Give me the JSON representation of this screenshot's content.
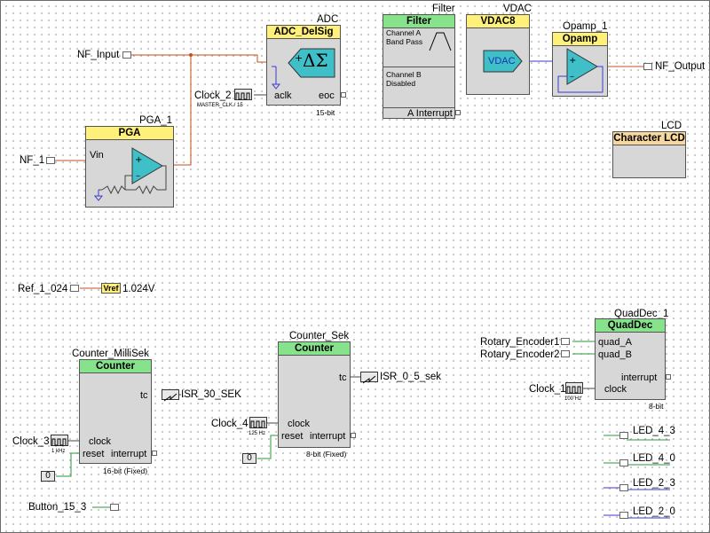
{
  "components": {
    "adc": {
      "instance": "ADC",
      "type": "ADC_DelSig",
      "port_aclk": "aclk",
      "port_eoc": "eoc",
      "footer": "15-bit",
      "symbol": "ΔΣ"
    },
    "filter": {
      "instance": "Filter",
      "type": "Filter",
      "ch_a_line1": "Channel A",
      "ch_a_line2": "Band Pass",
      "ch_b_line1": "Channel B",
      "ch_b_line2": "Disabled",
      "port_interrupt": "A Interrupt"
    },
    "vdac": {
      "instance": "VDAC",
      "type": "VDAC8",
      "symbol": "VDAC"
    },
    "opamp": {
      "instance": "Opamp_1",
      "type": "Opamp"
    },
    "lcd": {
      "instance": "LCD",
      "type": "Character LCD"
    },
    "pga": {
      "instance": "PGA_1",
      "type": "PGA",
      "port_vin": "Vin"
    },
    "counter_millisek": {
      "instance": "Counter_MilliSek",
      "type": "Counter",
      "port_tc": "tc",
      "port_clock": "clock",
      "port_reset": "reset",
      "port_interrupt": "interrupt",
      "footer": "16-bit (Fixed)"
    },
    "counter_sek": {
      "instance": "Counter_Sek",
      "type": "Counter",
      "port_tc": "tc",
      "port_clock": "clock",
      "port_reset": "reset",
      "port_interrupt": "interrupt",
      "footer": "8-bit (Fixed)"
    },
    "quaddec": {
      "instance": "QuadDec_1",
      "type": "QuadDec",
      "port_a": "quad_A",
      "port_b": "quad_B",
      "port_interrupt": "interrupt",
      "port_clock": "clock",
      "footer": "8-bit"
    }
  },
  "signals": {
    "nf_input": "NF_Input",
    "nf_output": "NF_Output",
    "nf_1": "NF_1",
    "ref": "Ref_1_024",
    "vref_label": "Vref",
    "vref_value": "1.024V",
    "isr_30": "ISR_30_SEK",
    "isr_05": "ISR_0_5_sek",
    "rotary1": "Rotary_Encoder1",
    "rotary2": "Rotary_Encoder2",
    "button": "Button_15_3",
    "led_43": "LED_4_3",
    "led_40": "LED_4_0",
    "led_23": "LED_2_3",
    "led_20": "LED_2_0"
  },
  "clocks": {
    "clock_2": {
      "name": "Clock_2",
      "freq": "MASTER_CLK / 15"
    },
    "clock_3": {
      "name": "Clock_3",
      "freq": "1 kHz"
    },
    "clock_4": {
      "name": "Clock_4",
      "freq": "125 Hz"
    },
    "clock_1": {
      "name": "Clock_1",
      "freq": "100 Hz"
    }
  },
  "constants": {
    "c1": "0",
    "c2": "0"
  },
  "colors": {
    "wire_analog": "#c0501c",
    "wire_digital_blue": "#3a3ad0",
    "wire_digital_green": "#2a9a3a",
    "wire_dark": "#444444"
  }
}
